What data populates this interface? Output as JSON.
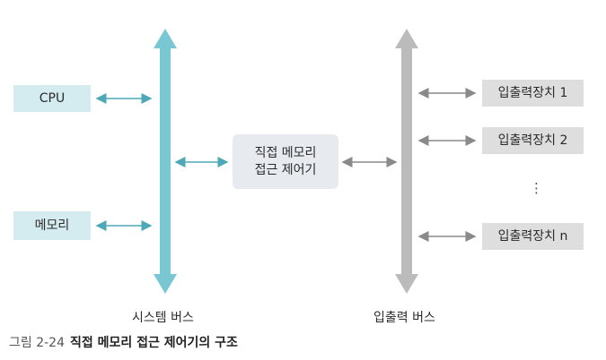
{
  "figure": {
    "number": "그림 2-24",
    "title": "직접 메모리 접근 제어기의 구조"
  },
  "system_side": {
    "cpu": "CPU",
    "memory": "메모리",
    "bus_label": "시스템 버스"
  },
  "dma": {
    "line1": "직접 메모리",
    "line2": "접근 제어기"
  },
  "io_side": {
    "devices": [
      "입출력장치 1",
      "입출력장치 2",
      "입출력장치 n"
    ],
    "ellipsis": "⋮",
    "bus_label": "입출력 버스"
  },
  "colors": {
    "system_bus": "#79c7d3",
    "system_arrow": "#4da9b7",
    "io_bus": "#bbbbbb",
    "io_arrow": "#8a8a8a",
    "system_box": "#d4ebf0",
    "dma_box": "#e7ebef",
    "io_box": "#dedede"
  }
}
